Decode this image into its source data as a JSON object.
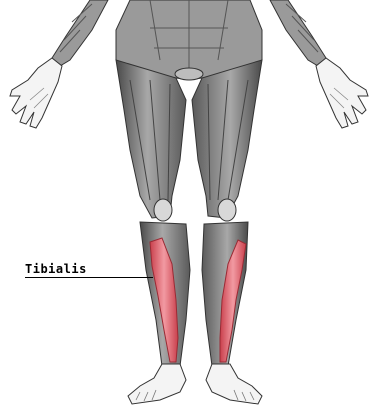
{
  "annotation": {
    "label": "Tibialis"
  },
  "colors": {
    "background": "#ffffff",
    "muscle_gray_dark": "#5a5a5a",
    "muscle_gray_mid": "#8c8c8c",
    "muscle_gray_light": "#c8c8c8",
    "highlight_red": "#e0646e",
    "leader_line": "#000000"
  },
  "illustration": {
    "subject": "anterior-lower-body-muscles",
    "highlighted_muscle": "tibialis-anterior"
  }
}
